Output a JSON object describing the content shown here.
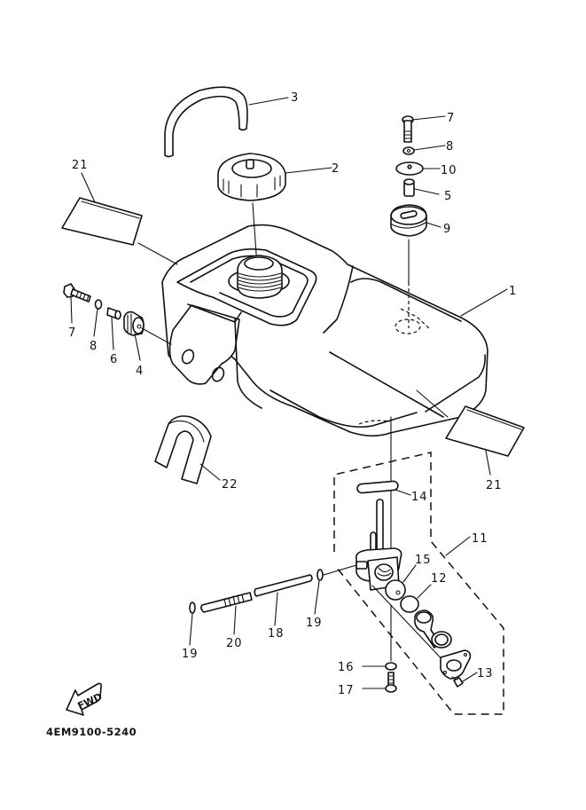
{
  "diagram": {
    "title": "Fuel Tank Exploded Parts Diagram",
    "drawing_code": "4EM9100-5240",
    "direction_indicator": "FWD",
    "callouts": [
      {
        "id": "c1",
        "number": "1",
        "part": "fuel-tank"
      },
      {
        "id": "c2",
        "number": "2",
        "part": "fuel-cap"
      },
      {
        "id": "c3",
        "number": "3",
        "part": "breather-hose"
      },
      {
        "id": "c4",
        "number": "4",
        "part": "damper"
      },
      {
        "id": "c5",
        "number": "5",
        "part": "collar"
      },
      {
        "id": "c6",
        "number": "6",
        "part": "collar"
      },
      {
        "id": "c7a",
        "number": "7",
        "part": "bolt-top"
      },
      {
        "id": "c7b",
        "number": "7",
        "part": "bolt-left"
      },
      {
        "id": "c8a",
        "number": "8",
        "part": "washer-top"
      },
      {
        "id": "c8b",
        "number": "8",
        "part": "washer-left"
      },
      {
        "id": "c9",
        "number": "9",
        "part": "grommet"
      },
      {
        "id": "c10",
        "number": "10",
        "part": "plate-washer"
      },
      {
        "id": "c11",
        "number": "11",
        "part": "fuel-cock-assembly"
      },
      {
        "id": "c12",
        "number": "12",
        "part": "gasket"
      },
      {
        "id": "c13",
        "number": "13",
        "part": "screw"
      },
      {
        "id": "c14",
        "number": "14",
        "part": "o-ring-gasket"
      },
      {
        "id": "c15",
        "number": "15",
        "part": "filter-cup"
      },
      {
        "id": "c16",
        "number": "16",
        "part": "washer"
      },
      {
        "id": "c17",
        "number": "17",
        "part": "bolt"
      },
      {
        "id": "c18",
        "number": "18",
        "part": "fuel-hose"
      },
      {
        "id": "c19a",
        "number": "19",
        "part": "clip-right"
      },
      {
        "id": "c19b",
        "number": "19",
        "part": "clip-left"
      },
      {
        "id": "c20",
        "number": "20",
        "part": "pipe"
      },
      {
        "id": "c21a",
        "number": "21",
        "part": "pad-left"
      },
      {
        "id": "c21b",
        "number": "21",
        "part": "pad-right"
      },
      {
        "id": "c22",
        "number": "22",
        "part": "u-damper"
      }
    ]
  }
}
